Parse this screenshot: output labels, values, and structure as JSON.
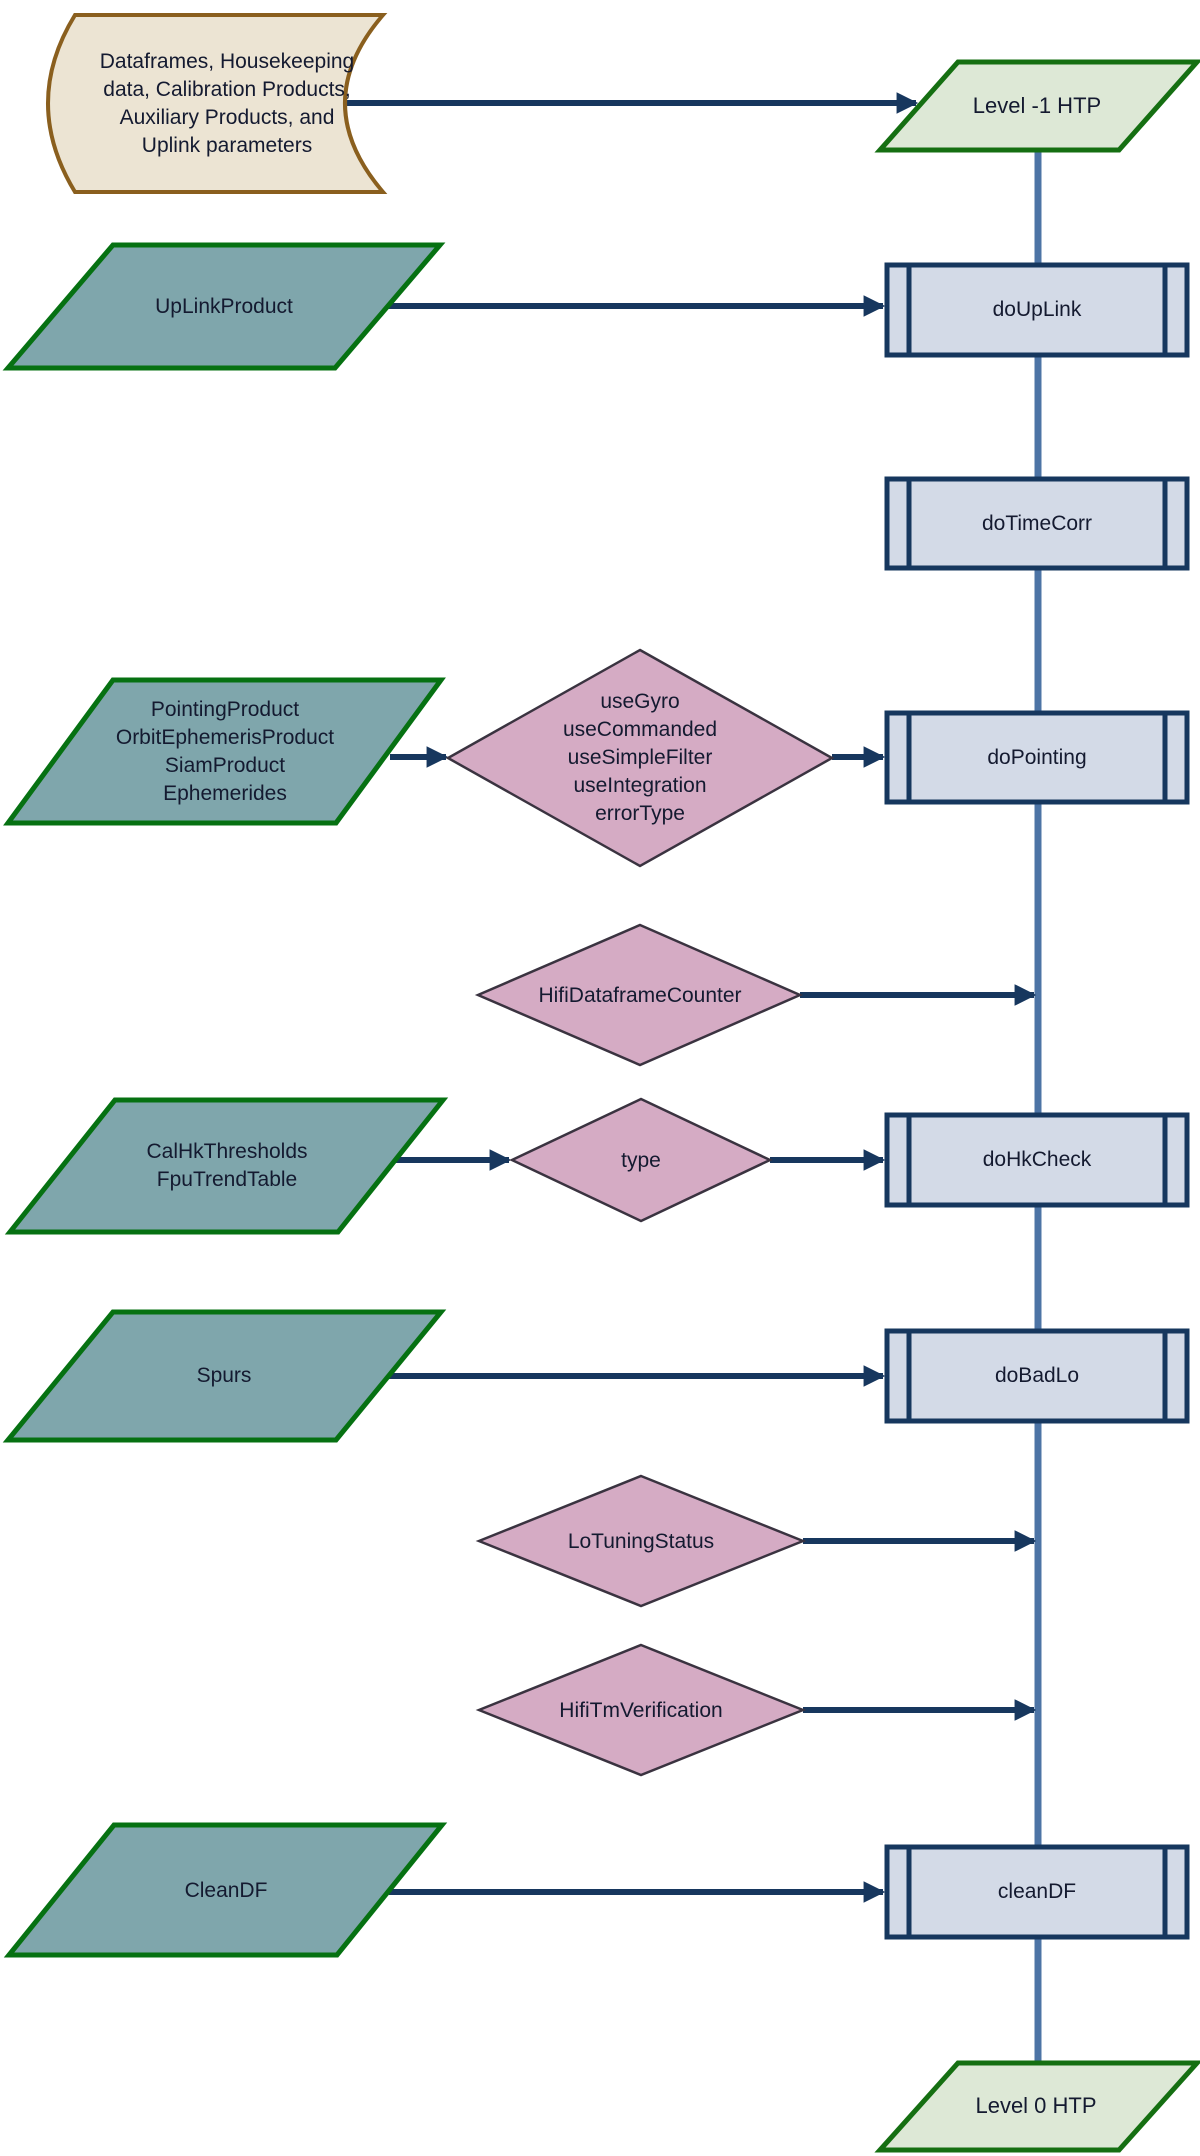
{
  "diagram_type": "flowchart",
  "nodes": {
    "stored_data": {
      "shape": "stored-data",
      "label": "Dataframes, Housekeeping\ndata, Calibration Products,\nAuxiliary Products, and\nUplink parameters"
    },
    "level_m1": {
      "shape": "parallelogram-green",
      "label": "Level -1 HTP"
    },
    "uplink_product": {
      "shape": "parallelogram-teal",
      "label": "UpLinkProduct"
    },
    "do_uplink": {
      "shape": "predefined-process",
      "label": "doUpLink"
    },
    "do_timecorr": {
      "shape": "predefined-process",
      "label": "doTimeCorr"
    },
    "pointing_product": {
      "shape": "parallelogram-teal",
      "label": "PointingProduct\nOrbitEphemerisProduct\nSiamProduct\nEphemerides"
    },
    "pointing_params": {
      "shape": "diamond",
      "label": "useGyro\nuseCommanded\nuseSimpleFilter\nuseIntegration\nerrorType"
    },
    "do_pointing": {
      "shape": "predefined-process",
      "label": "doPointing"
    },
    "hifi_dataframe_counter": {
      "shape": "diamond",
      "label": "HifiDataframeCounter"
    },
    "calhk_thresholds": {
      "shape": "parallelogram-teal",
      "label": "CalHkThresholds\nFpuTrendTable"
    },
    "type_param": {
      "shape": "diamond",
      "label": "type"
    },
    "do_hkcheck": {
      "shape": "predefined-process",
      "label": "doHkCheck"
    },
    "spurs": {
      "shape": "parallelogram-teal",
      "label": "Spurs"
    },
    "do_badlo": {
      "shape": "predefined-process",
      "label": "doBadLo"
    },
    "lo_tuning_status": {
      "shape": "diamond",
      "label": "LoTuningStatus"
    },
    "hifi_tm_verification": {
      "shape": "diamond",
      "label": "HifiTmVerification"
    },
    "cleandf_input": {
      "shape": "parallelogram-teal",
      "label": "CleanDF"
    },
    "cleandf_step": {
      "shape": "predefined-process",
      "label": "cleanDF"
    },
    "level_0": {
      "shape": "parallelogram-green",
      "label": "Level 0 HTP"
    }
  },
  "edges": [
    {
      "from": "stored_data",
      "to": "level_m1"
    },
    {
      "from": "level_m1",
      "to": "do_uplink",
      "via": "main-flow"
    },
    {
      "from": "uplink_product",
      "to": "do_uplink"
    },
    {
      "from": "do_uplink",
      "to": "do_timecorr",
      "via": "main-flow"
    },
    {
      "from": "do_timecorr",
      "to": "do_pointing",
      "via": "main-flow"
    },
    {
      "from": "pointing_product",
      "to": "pointing_params"
    },
    {
      "from": "pointing_params",
      "to": "do_pointing"
    },
    {
      "from": "hifi_dataframe_counter",
      "to": "main-flow"
    },
    {
      "from": "do_pointing",
      "to": "do_hkcheck",
      "via": "main-flow"
    },
    {
      "from": "calhk_thresholds",
      "to": "type_param"
    },
    {
      "from": "type_param",
      "to": "do_hkcheck"
    },
    {
      "from": "do_hkcheck",
      "to": "do_badlo",
      "via": "main-flow"
    },
    {
      "from": "spurs",
      "to": "do_badlo"
    },
    {
      "from": "lo_tuning_status",
      "to": "main-flow"
    },
    {
      "from": "hifi_tm_verification",
      "to": "main-flow"
    },
    {
      "from": "do_badlo",
      "to": "cleandf_step",
      "via": "main-flow"
    },
    {
      "from": "cleandf_input",
      "to": "cleandf_step"
    },
    {
      "from": "cleandf_step",
      "to": "level_0",
      "via": "main-flow"
    }
  ],
  "colors": {
    "tan_fill": "#ece4d3",
    "tan_border": "#8a5f1e",
    "teal_fill": "#7fa6ac",
    "teal_border": "#067112",
    "green_fill": "#dde8d6",
    "green_border": "#156f12",
    "pink_fill": "#d5abc4",
    "pink_border": "#3a3340",
    "box_fill": "#d3dae7",
    "box_border": "#16375e",
    "arrow": "#17375e",
    "spine": "#4d74a5",
    "text": "#141a30"
  }
}
